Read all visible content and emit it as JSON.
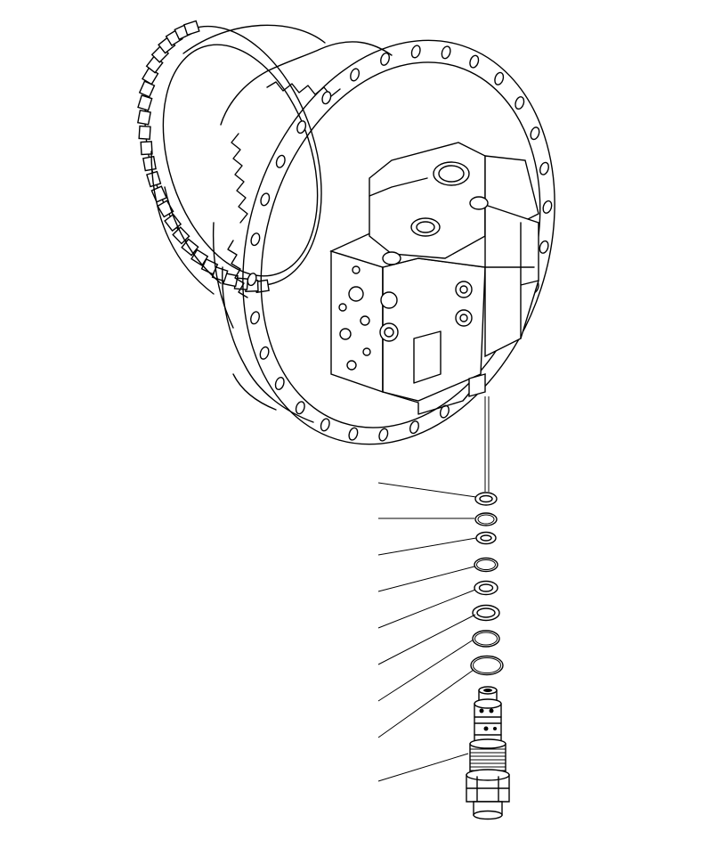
{
  "diagram": {
    "subject": "",
    "parts": [
      {
        "id": "travel-motor-assembly"
      },
      {
        "id": "seal-ring-1"
      },
      {
        "id": "o-ring-2"
      },
      {
        "id": "backup-ring-3"
      },
      {
        "id": "o-ring-4"
      },
      {
        "id": "backup-ring-5"
      },
      {
        "id": "seal-ring-6"
      },
      {
        "id": "o-ring-7"
      },
      {
        "id": "o-ring-8"
      },
      {
        "id": "relief-valve-cartridge"
      }
    ],
    "callout_count": 9,
    "colors": {
      "line": "#000000",
      "background": "#ffffff"
    }
  }
}
